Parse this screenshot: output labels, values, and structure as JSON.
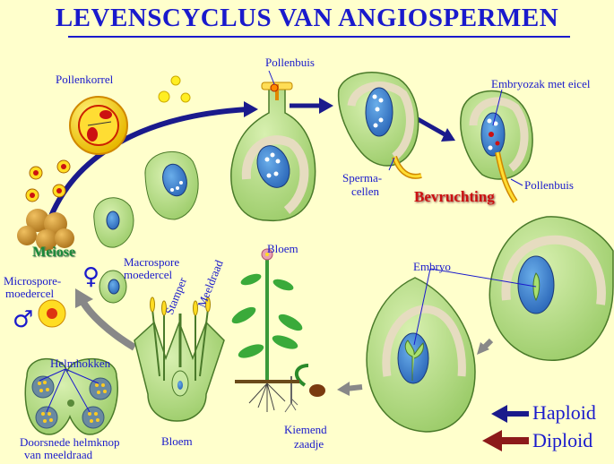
{
  "title": "LEVENSCYCLUS VAN ANGIOSPERMEN",
  "labels": {
    "pollenkorrel": "Pollenkorrel",
    "pollenbuis_top": "Pollenbuis",
    "embryozak": "Embryozak met eicel",
    "sperma_1": "Sperma-",
    "sperma_2": "cellen",
    "pollenbuis_right": "Pollenbuis",
    "bevruchting": "Bevruchting",
    "meiose": "Meiose",
    "macrospore_1": "Macrospore",
    "macrospore_2": "moedercel",
    "microspore_1": "Microspore-",
    "microspore_2": "moedercel",
    "stamper": "Stamper",
    "meeldraad": "Meeldraad",
    "bloem_top": "Bloem",
    "bloem_bottom": "Bloem",
    "embryo": "Embryo",
    "helmhokken": "Helmhokken",
    "doorsnede_1": "Doorsnede helmknop",
    "doorsnede_2": "van meeldraad",
    "kiemend_1": "Kiemend",
    "kiemend_2": "zaadje"
  },
  "symbols": {
    "female": "♀",
    "male": "♂"
  },
  "legend": {
    "haploid": "Haploid",
    "diploid": "Diploid",
    "haploid_color": "#1a1a8c",
    "diploid_color": "#8c1a1a"
  },
  "colors": {
    "background": "#ffffcc",
    "text": "#1a1acc",
    "ovule_green": "#b8e08a",
    "embryo_sac_blue": "#3a7fd0",
    "integument": "#e6dcc0"
  }
}
